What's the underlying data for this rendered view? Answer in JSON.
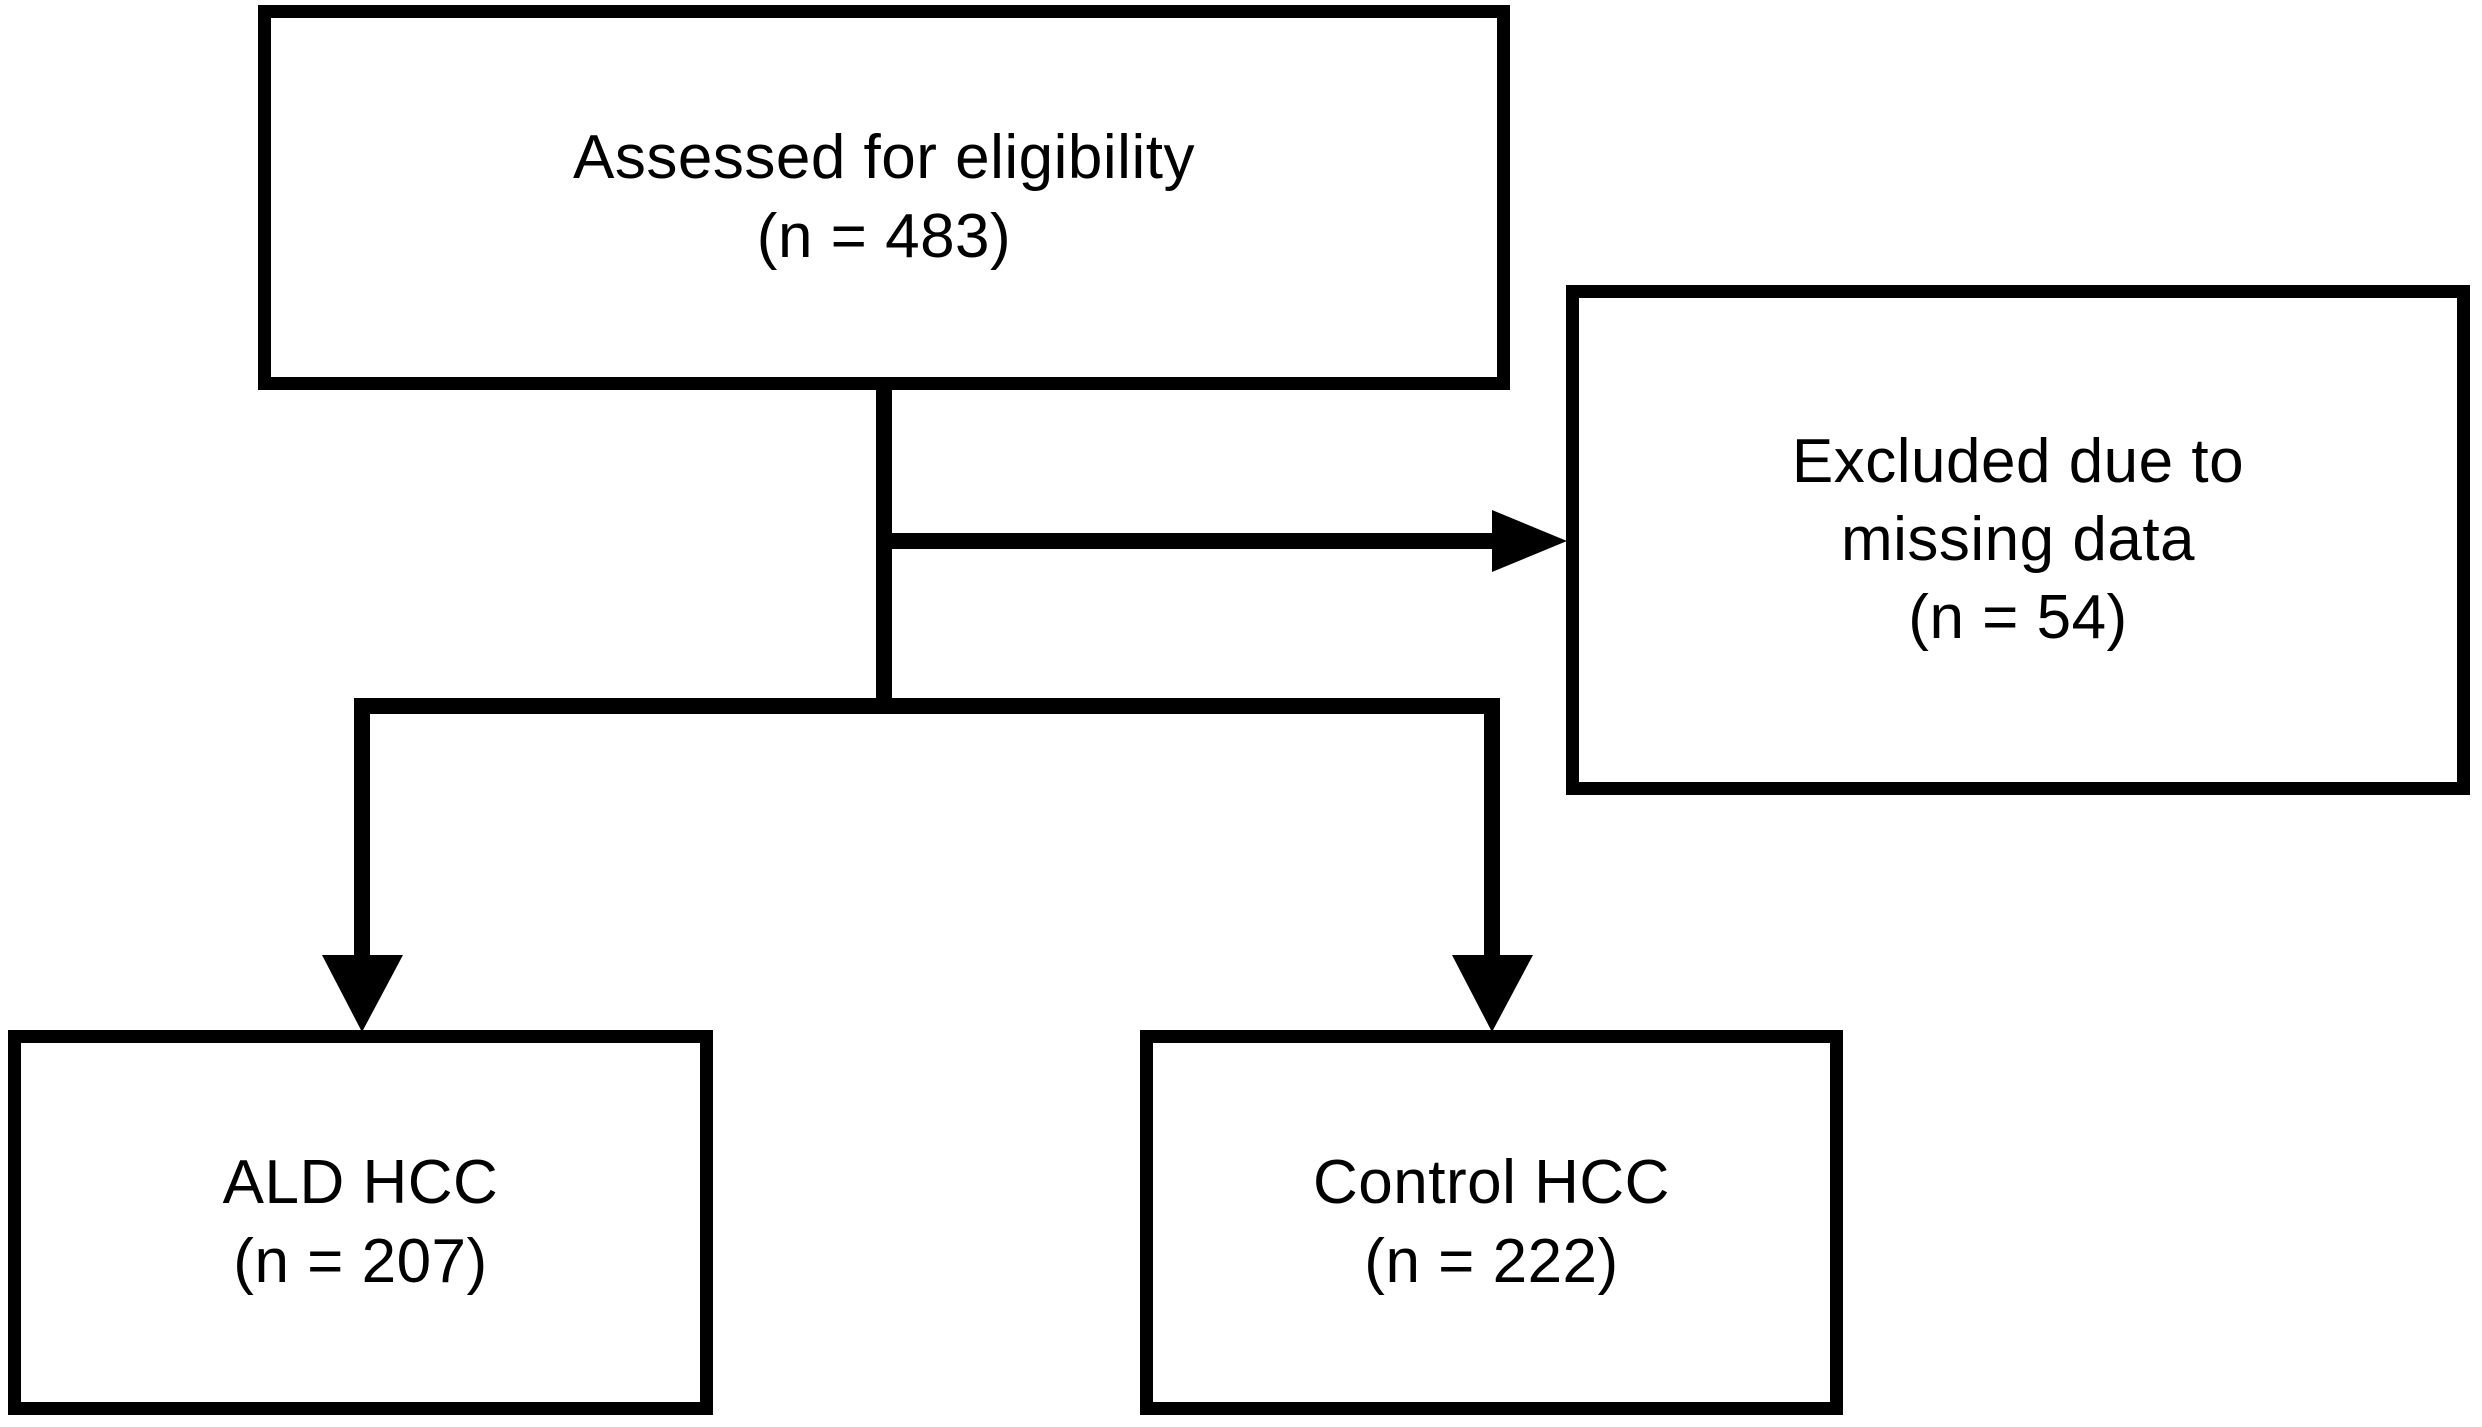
{
  "figure": {
    "type": "flowchart",
    "orientation": "top-down",
    "background_color": "#ffffff",
    "line_color": "#000000",
    "text_color": "#000000"
  },
  "nodes": [
    {
      "id": "assessed",
      "name": "assessed-for-eligibility-box",
      "line1": "Assessed for eligibility",
      "line2": "(n = 483)",
      "count": 483
    },
    {
      "id": "excluded",
      "name": "excluded-missing-data-box",
      "line1": "Excluded due to",
      "line2": "missing data",
      "line3": "(n = 54)",
      "count": 54
    },
    {
      "id": "ald",
      "name": "ald-hcc-box",
      "line1": "ALD HCC",
      "line2": "(n = 207)",
      "count": 207
    },
    {
      "id": "control",
      "name": "control-hcc-box",
      "line1": "Control HCC",
      "line2": "(n = 222)",
      "count": 222
    }
  ],
  "edges": [
    {
      "id": "assessed-to-excluded",
      "from": "assessed",
      "to": "excluded",
      "arrow": "right"
    },
    {
      "id": "assessed-to-ald",
      "from": "assessed",
      "to": "ald",
      "arrow": "down"
    },
    {
      "id": "assessed-to-control",
      "from": "assessed",
      "to": "control",
      "arrow": "down"
    }
  ]
}
